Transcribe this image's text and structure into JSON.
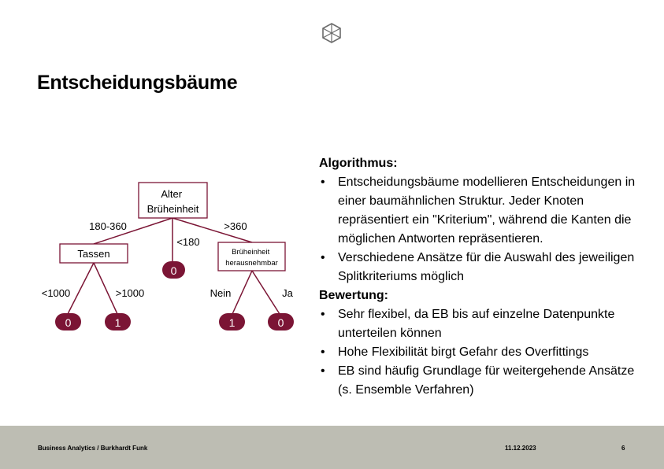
{
  "logo": {
    "icon": "hexagon-cube-icon"
  },
  "title": "Entscheidungsbäume",
  "tree": {
    "root": [
      "Alter",
      "Brüheinheit"
    ],
    "edges": {
      "left": "180-360",
      "middle": "<180",
      "right": ">360"
    },
    "left_node": "Tassen",
    "right_node": [
      "Brüheinheit",
      "herausnehmbar"
    ],
    "middle_leaf": "0",
    "left_edges": {
      "left": "<1000",
      "right": ">1000"
    },
    "left_leaves": [
      "0",
      "1"
    ],
    "right_edges": {
      "left": "Nein",
      "right": "Ja"
    },
    "right_leaves": [
      "1",
      "0"
    ],
    "colors": {
      "accent": "#7b1535",
      "line": "#7b1535"
    }
  },
  "content": {
    "algo_heading": "Algorithmus:",
    "algo_items": [
      "Entscheidungsbäume modellieren Entscheidungen in einer baumähnlichen Struktur. Jeder Knoten repräsentiert ein \"Kriterium\", während die Kanten die möglichen Antworten repräsentieren.",
      "Verschiedene Ansätze für die Auswahl des jeweiligen Splitkriteriums möglich"
    ],
    "eval_heading": "Bewertung:",
    "eval_items": [
      "Sehr flexibel, da EB bis auf einzelne Datenpunkte unterteilen können",
      "Hohe Flexibilität birgt Gefahr des Overfittings",
      "EB sind häufig Grundlage für weitergehende Ansätze (s. Ensemble Verfahren)"
    ]
  },
  "footer": {
    "left": "Business Analytics / Burkhardt Funk",
    "date": "11.12.2023",
    "page": "6",
    "background": "#bdbdb3"
  }
}
